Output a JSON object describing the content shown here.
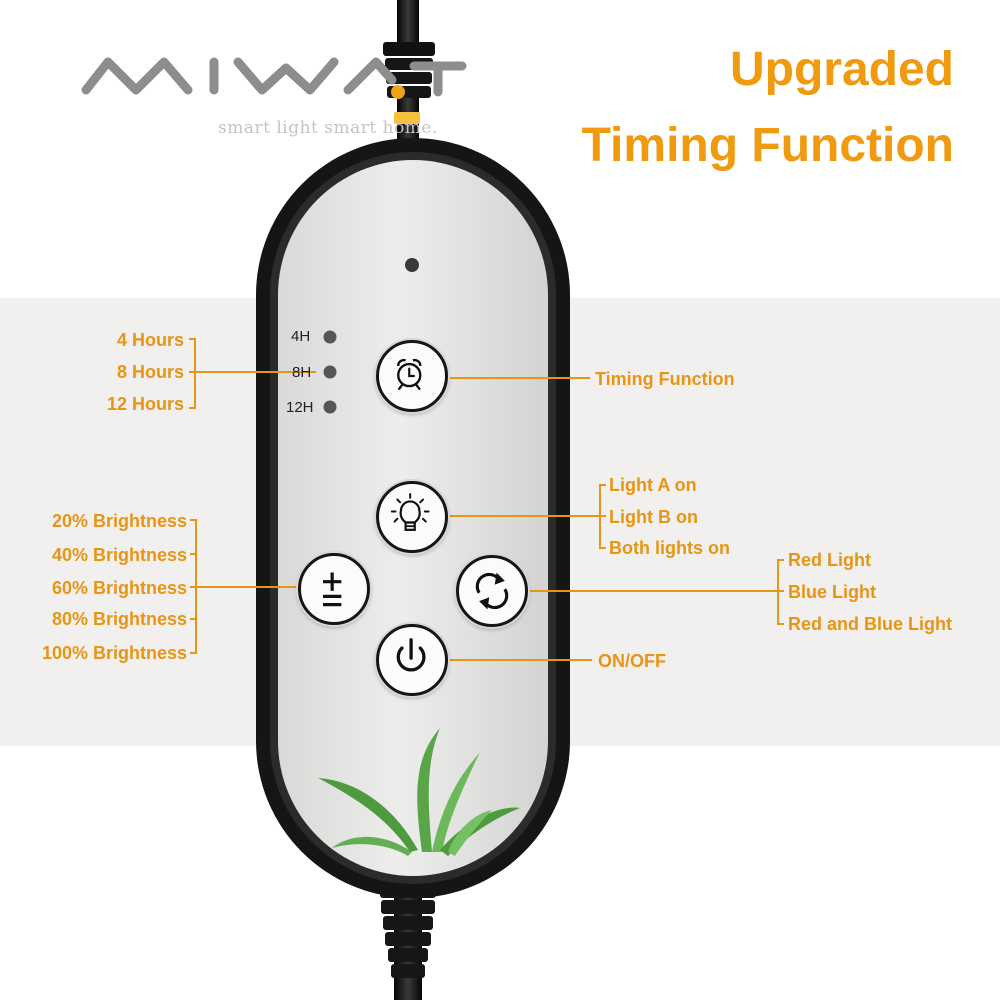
{
  "brand": {
    "logo_text": "MIWATT",
    "tagline": "smart light smart home."
  },
  "headline": {
    "line1": "Upgraded",
    "line2": "Timing Function"
  },
  "remote": {
    "timer_dots": [
      "4H",
      "8H",
      "12H"
    ]
  },
  "left_labels": {
    "timer": [
      "4 Hours",
      "8 Hours",
      "12 Hours"
    ],
    "brightness": [
      "20% Brightness",
      "40% Brightness",
      "60% Brightness",
      "80% Brightness",
      "100% Brightness"
    ]
  },
  "right_labels": {
    "timing": "Timing Function",
    "light_mode": [
      "Light A on",
      "Light B on",
      "Both lights on"
    ],
    "color_mode": [
      "Red Light",
      "Blue Light",
      "Red and Blue Light"
    ],
    "power": "ON/OFF"
  },
  "colors": {
    "accent": "#ef9a0f",
    "label": "#e79514",
    "band": "#f1f0ee",
    "remote_body": "#1a1a1a",
    "remote_face": "#e3e3e1",
    "plant": "#5aa54a"
  },
  "icons": {
    "timer_button": "alarm-clock-icon",
    "light_button": "light-bulb-icon",
    "brightness_button": "plus-minus-icon",
    "color_button": "cycle-arrows-icon",
    "power_button": "power-icon"
  }
}
